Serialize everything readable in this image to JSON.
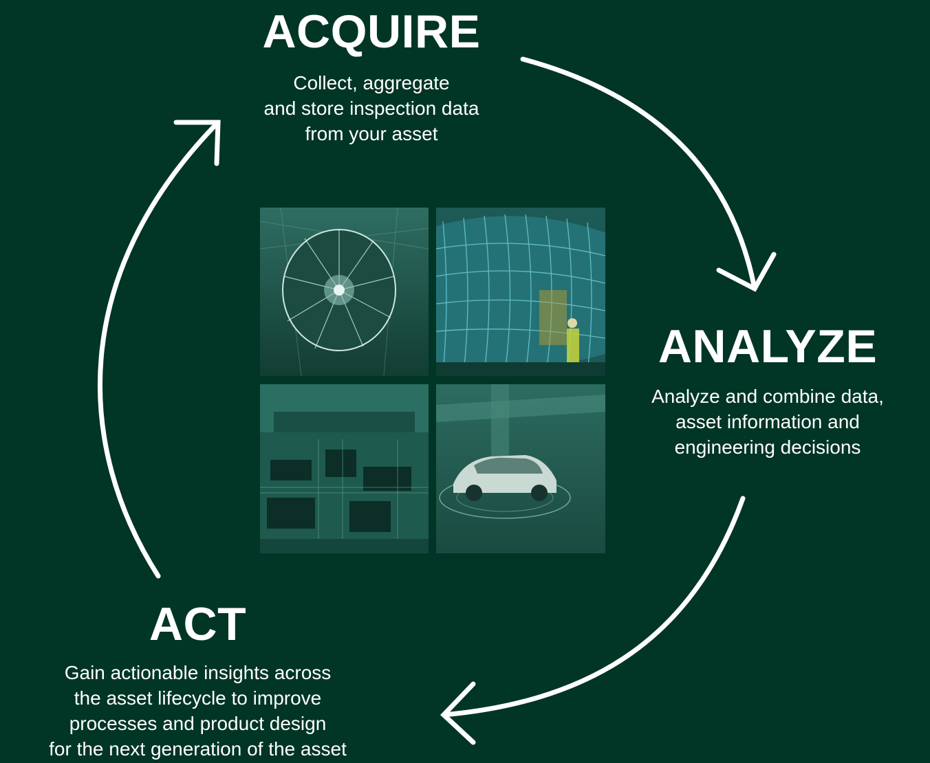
{
  "stages": {
    "acquire": {
      "title": "ACQUIRE",
      "description": "Collect, aggregate\nand store inspection data\nfrom your asset"
    },
    "analyze": {
      "title": "ANALYZE",
      "description": "Analyze and combine data,\nasset information and\nengineering decisions"
    },
    "act": {
      "title": "ACT",
      "description": "Gain actionable insights across\nthe asset lifecycle to improve\nprocesses and product design\nfor the next generation of the asset"
    }
  },
  "images": [
    {
      "name": "airplane-engine-image"
    },
    {
      "name": "aircraft-fuselage-image"
    },
    {
      "name": "circuit-board-image"
    },
    {
      "name": "car-scan-image"
    }
  ],
  "colors": {
    "background": "#013526",
    "text": "#ffffff",
    "arrow": "#ffffff",
    "tile_tint": "#0f5a48"
  }
}
